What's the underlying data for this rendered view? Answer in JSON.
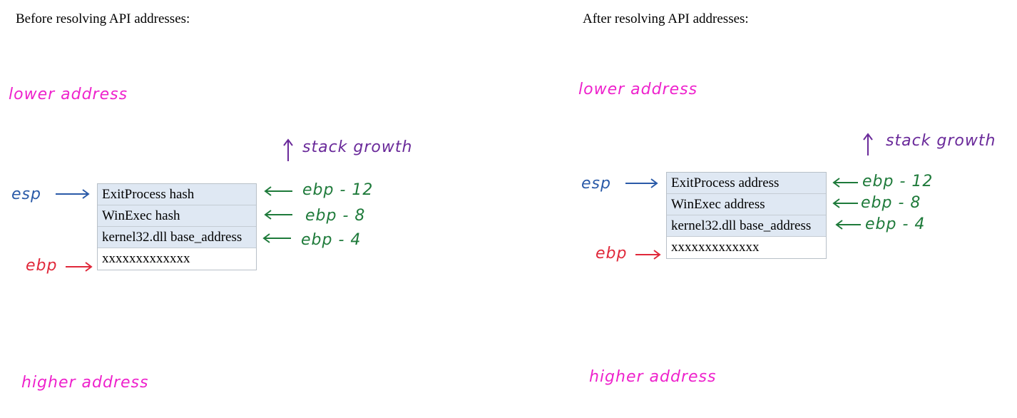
{
  "left": {
    "heading": "Before resolving API addresses:",
    "lower_label": "lower address",
    "higher_label": "higher address",
    "stack_growth_label": "stack growth",
    "esp_label": "esp",
    "ebp_label": "ebp",
    "cells": [
      "ExitProcess hash",
      "WinExec hash",
      "kernel32.dll base_address",
      "xxxxxxxxxxxxx"
    ],
    "offsets": [
      "ebp - 12",
      "ebp - 8",
      "ebp - 4"
    ]
  },
  "right": {
    "heading": "After resolving API addresses:",
    "lower_label": "lower address",
    "higher_label": "higher address",
    "stack_growth_label": "stack growth",
    "esp_label": "esp",
    "ebp_label": "ebp",
    "cells": [
      "ExitProcess address",
      "WinExec address",
      "kernel32.dll base_address",
      "xxxxxxxxxxxxx"
    ],
    "offsets": [
      "ebp - 12",
      "ebp - 8",
      "ebp - 4"
    ]
  },
  "colors": {
    "lower_higher": "#ee22cc",
    "stack_growth": "#6a2a9a",
    "esp": "#2a5aa8",
    "ebp": "#e0283a",
    "offsets": "#1e7a3a",
    "cell_fill": "#dfe8f3"
  }
}
